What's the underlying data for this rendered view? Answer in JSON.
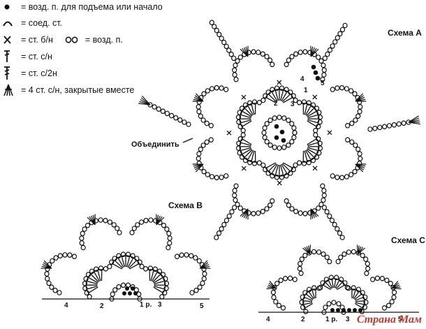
{
  "legend": {
    "items": [
      {
        "symbol": "filled-dot-icon",
        "text": "= возд. п. для подъема или начало"
      },
      {
        "symbol": "arc-slip-icon",
        "text": "= соед. ст."
      },
      {
        "symbol": "cross-icon",
        "text": "= ст. б/н"
      },
      {
        "symbol": "open-dot-icon",
        "text": "= возд. п."
      },
      {
        "symbol": "dc-icon",
        "text": "= ст. с/н"
      },
      {
        "symbol": "tr-icon",
        "text": "= ст. с/2н"
      },
      {
        "symbol": "cluster-icon",
        "text": "= 4 ст. с/н, закрытые вместе"
      }
    ]
  },
  "schemes": {
    "a": {
      "title": "Схема A",
      "join_label": "Объединить",
      "rounds": [
        "1",
        "2",
        "3",
        "4",
        "5"
      ]
    },
    "b": {
      "title": "Схема B",
      "marks": [
        "4",
        "2",
        "1 р.",
        "3",
        "5"
      ]
    },
    "c": {
      "title": "Схема C",
      "marks": [
        "4",
        "2",
        "1 р.",
        "3",
        "5"
      ]
    }
  },
  "watermark": "Страна Мам",
  "colors": {
    "ink": "#111111",
    "accent": "#c0392b"
  }
}
